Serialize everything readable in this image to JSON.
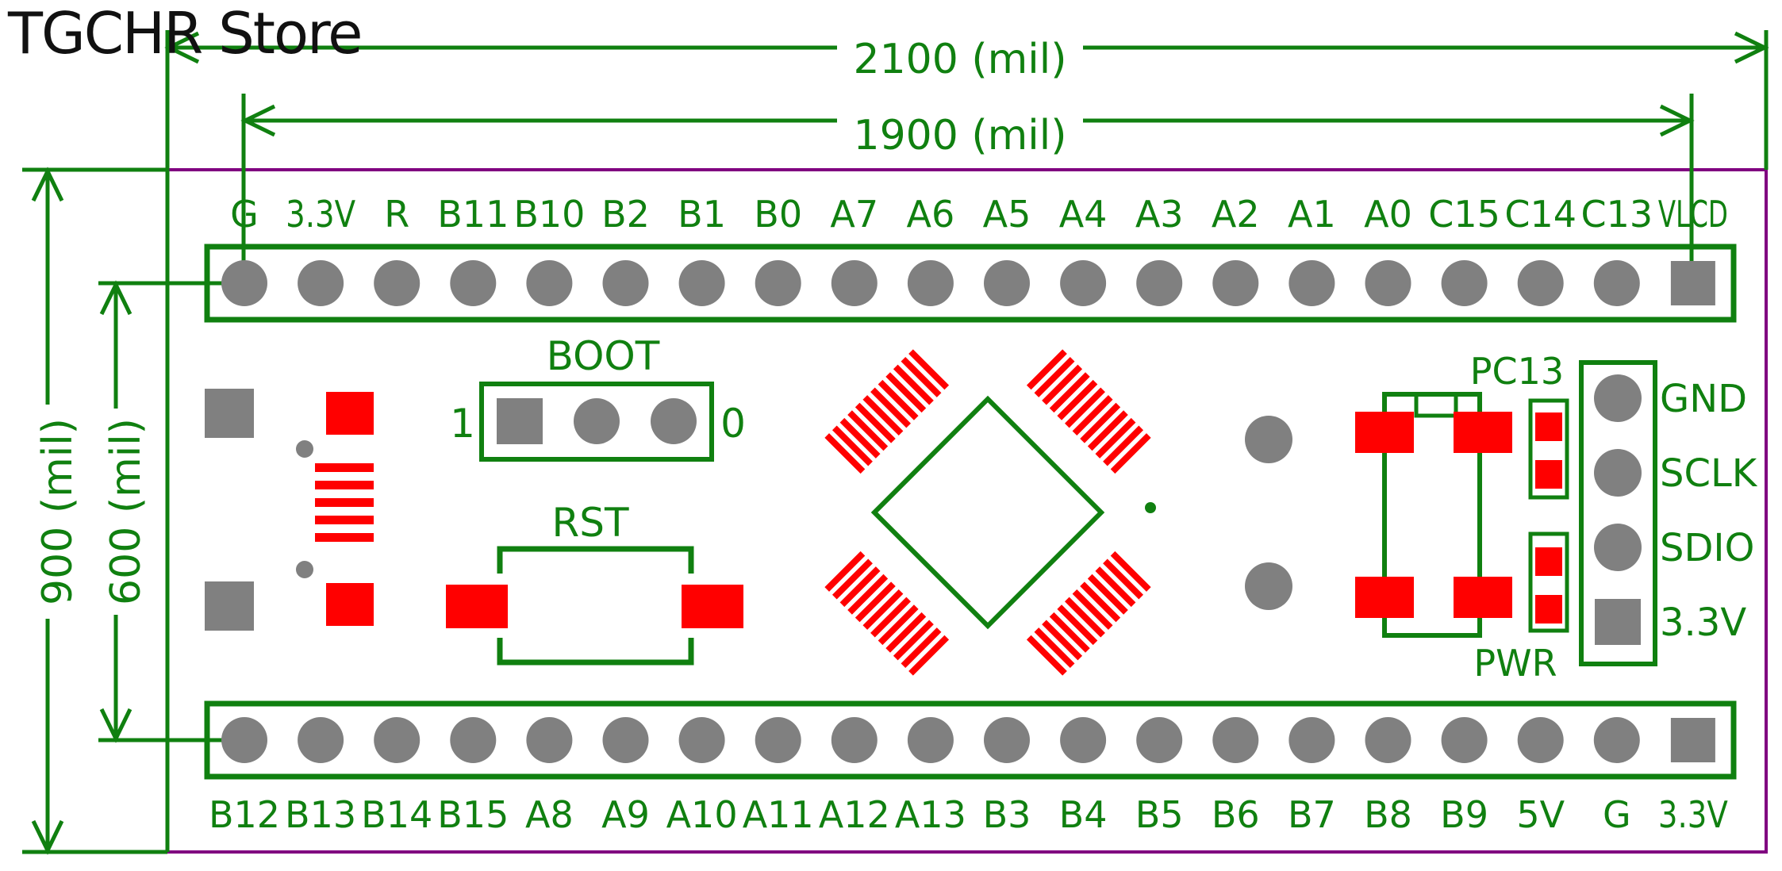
{
  "store_name": "TGCHR Store",
  "dimensions": {
    "board_width": "2100 (mil)",
    "header_spacing": "1900 (mil)",
    "board_height": "900 (mil)",
    "row_spacing": "600 (mil)"
  },
  "top_pins": [
    "G",
    "3.3V",
    "R",
    "B11",
    "B10",
    "B2",
    "B1",
    "B0",
    "A7",
    "A6",
    "A5",
    "A4",
    "A3",
    "A2",
    "A1",
    "A0",
    "C15",
    "C14",
    "C13",
    "VLCD"
  ],
  "bottom_pins": [
    "B12",
    "B13",
    "B14",
    "B15",
    "A8",
    "A9",
    "A10",
    "A11",
    "A12",
    "A13",
    "B3",
    "B4",
    "B5",
    "B6",
    "B7",
    "B8",
    "B9",
    "5V",
    "G",
    "3.3V"
  ],
  "components": {
    "boot_label": "BOOT",
    "boot_one": "1",
    "boot_zero": "0",
    "rst_label": "RST",
    "pc13_label": "PC13",
    "pwr_label": "PWR"
  },
  "debug_header": [
    "GND",
    "SCLK",
    "SDIO",
    "3.3V"
  ],
  "colors": {
    "silkscreen": "#108010",
    "outline": "#800080",
    "pad": "#808080",
    "smd": "#ff0000"
  }
}
